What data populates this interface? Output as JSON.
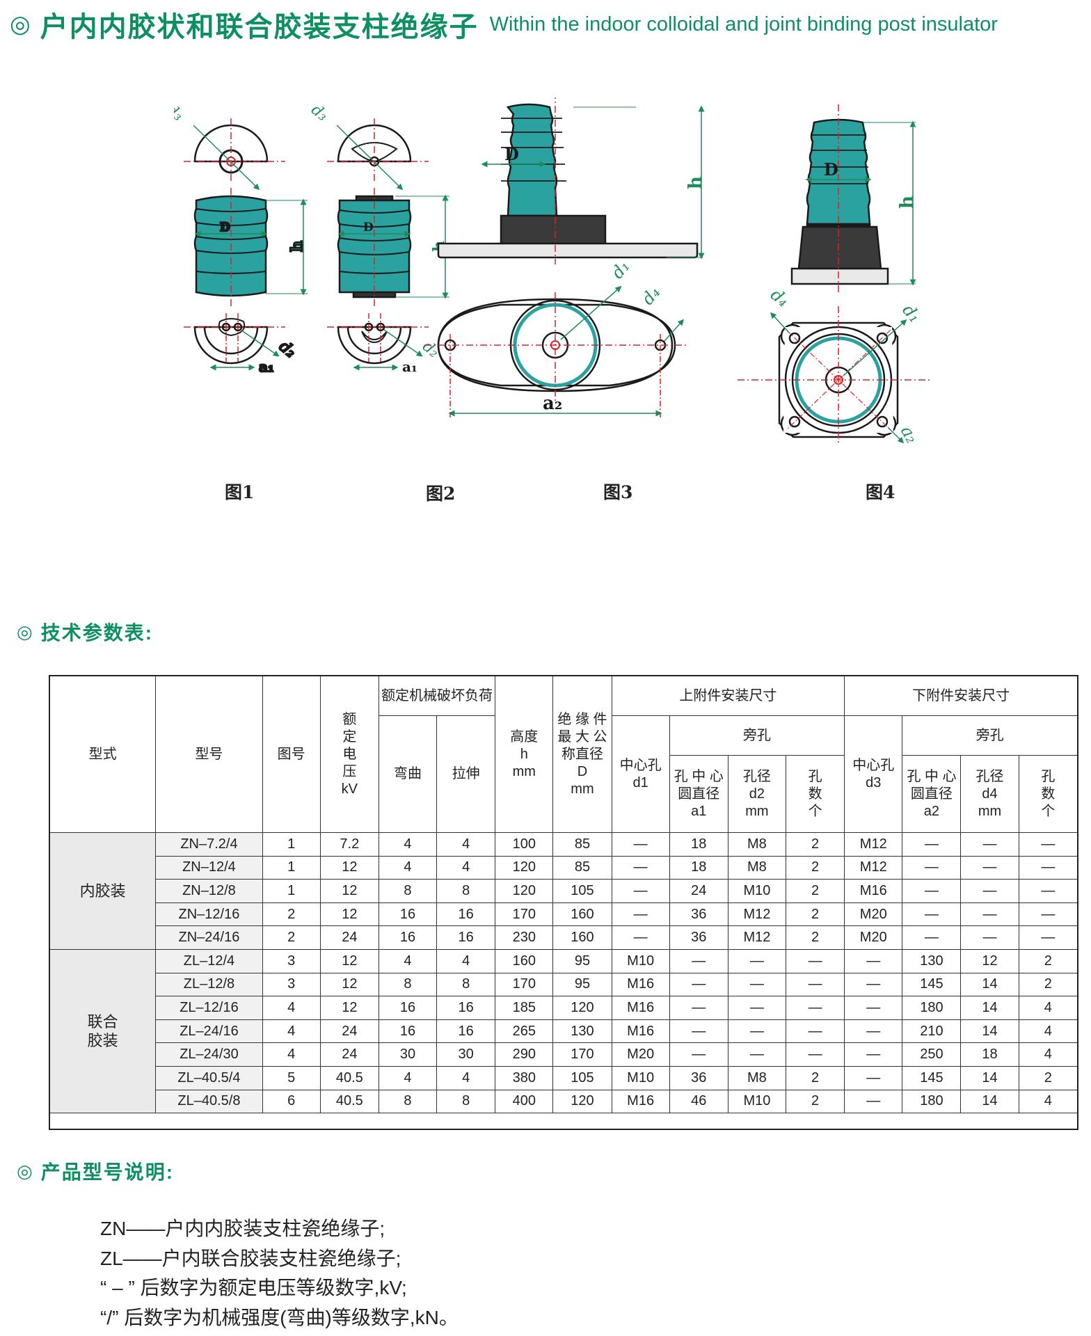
{
  "header": {
    "mark": "◎",
    "title_cn": "户内内胶状和联合胶装支柱绝缘子",
    "title_en": "Within the indoor colloidal and joint binding post insulator"
  },
  "figures": {
    "labels": [
      "图1",
      "图2",
      "图3",
      "图4"
    ],
    "dims": {
      "D": "D",
      "h": "h",
      "d1": "d1",
      "d2": "d2",
      "d3": "d3",
      "d4": "d4",
      "a1": "a1",
      "a2": "a2"
    },
    "colors": {
      "body": "#2aa2a0",
      "outline": "#1a1a1a",
      "centerline": "#d8232a",
      "dimension": "#1e8c5a"
    }
  },
  "tech_section": {
    "mark": "◎",
    "title": "技术参数表:"
  },
  "table": {
    "headers": {
      "type": "型式",
      "model": "型号",
      "fig": "图号",
      "voltage": [
        "额",
        "定",
        "电",
        "压",
        "kV"
      ],
      "load_group": "额定机械破坏负荷",
      "bend": "弯曲",
      "tension": "拉伸",
      "height": [
        "高度",
        "h",
        "mm"
      ],
      "diameter": [
        "绝 缘 件",
        "最 大 公",
        "称直径",
        "D",
        "mm"
      ],
      "upper_group": "上附件安装尺寸",
      "lower_group": "下附件安装尺寸",
      "upper_center": [
        "中心孔",
        "d1"
      ],
      "upper_side": "旁孔",
      "upper_circle": [
        "孔 中 心",
        "圆直径",
        "a1"
      ],
      "upper_hole": [
        "孔径",
        "d2",
        "mm"
      ],
      "upper_count": [
        "孔",
        "数",
        "个"
      ],
      "lower_center": [
        "中心孔",
        "d3"
      ],
      "lower_side": "旁孔",
      "lower_circle": [
        "孔 中 心",
        "圆直径",
        "a2"
      ],
      "lower_hole": [
        "孔径",
        "d4",
        "mm"
      ],
      "lower_count": [
        "孔",
        "数",
        "个"
      ]
    },
    "groups": [
      {
        "name": "内胶装",
        "rows": [
          [
            "ZN–7.2/4",
            "1",
            "7.2",
            "4",
            "4",
            "100",
            "85",
            "—",
            "18",
            "M8",
            "2",
            "M12",
            "—",
            "—",
            "—"
          ],
          [
            "ZN–12/4",
            "1",
            "12",
            "4",
            "4",
            "120",
            "85",
            "—",
            "18",
            "M8",
            "2",
            "M12",
            "—",
            "—",
            "—"
          ],
          [
            "ZN–12/8",
            "1",
            "12",
            "8",
            "8",
            "120",
            "105",
            "—",
            "24",
            "M10",
            "2",
            "M16",
            "—",
            "—",
            "—"
          ],
          [
            "ZN–12/16",
            "2",
            "12",
            "16",
            "16",
            "170",
            "160",
            "—",
            "36",
            "M12",
            "2",
            "M20",
            "—",
            "—",
            "—"
          ],
          [
            "ZN–24/16",
            "2",
            "24",
            "16",
            "16",
            "230",
            "160",
            "—",
            "36",
            "M12",
            "2",
            "M20",
            "—",
            "—",
            "—"
          ]
        ]
      },
      {
        "name": "联合胶装",
        "name_lines": [
          "联合",
          "胶装"
        ],
        "rows": [
          [
            "ZL–12/4",
            "3",
            "12",
            "4",
            "4",
            "160",
            "95",
            "M10",
            "—",
            "—",
            "—",
            "—",
            "130",
            "12",
            "2"
          ],
          [
            "ZL–12/8",
            "3",
            "12",
            "8",
            "8",
            "170",
            "95",
            "M16",
            "—",
            "—",
            "—",
            "—",
            "145",
            "14",
            "2"
          ],
          [
            "ZL–12/16",
            "4",
            "12",
            "16",
            "16",
            "185",
            "120",
            "M16",
            "—",
            "—",
            "—",
            "—",
            "180",
            "14",
            "4"
          ],
          [
            "ZL–24/16",
            "4",
            "24",
            "16",
            "16",
            "265",
            "130",
            "M16",
            "—",
            "—",
            "—",
            "—",
            "210",
            "14",
            "4"
          ],
          [
            "ZL–24/30",
            "4",
            "24",
            "30",
            "30",
            "290",
            "170",
            "M20",
            "—",
            "—",
            "—",
            "—",
            "250",
            "18",
            "4"
          ],
          [
            "ZL–40.5/4",
            "5",
            "40.5",
            "4",
            "4",
            "380",
            "105",
            "M10",
            "36",
            "M8",
            "2",
            "—",
            "145",
            "14",
            "2"
          ],
          [
            "ZL–40.5/8",
            "6",
            "40.5",
            "8",
            "8",
            "400",
            "120",
            "M16",
            "46",
            "M10",
            "2",
            "—",
            "180",
            "14",
            "4"
          ]
        ]
      }
    ]
  },
  "product_section": {
    "mark": "◎",
    "title": "产品型号说明:"
  },
  "notes": [
    "ZN——户内内胶装支柱瓷绝缘子;",
    "ZL——户内联合胶装支柱瓷绝缘子;",
    "“ – ” 后数字为额定电压等级数字,kV;",
    "“/” 后数字为机械强度(弯曲)等级数字,kN。"
  ]
}
